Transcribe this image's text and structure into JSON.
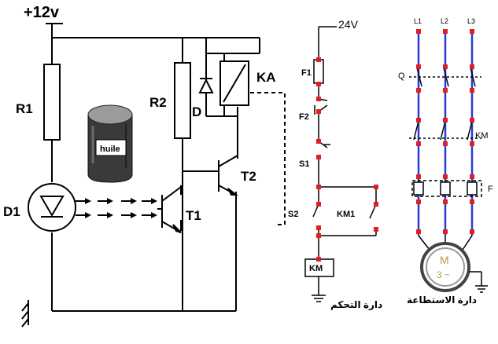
{
  "sensor_circuit": {
    "supply": "+12v",
    "resistor_r1": "R1",
    "resistor_r2": "R2",
    "led": "D1",
    "diode": "D",
    "relay": "KA",
    "transistor_t1": "T1",
    "transistor_t2": "T2",
    "container_label": "huile"
  },
  "control_circuit": {
    "supply": "24V",
    "fuse": "F1",
    "f2": "F2",
    "s1": "S1",
    "s2": "S2",
    "km1": "KM1",
    "coil": "KM",
    "caption": "دارة التحكم"
  },
  "power_circuit": {
    "l1": "L1",
    "l2": "L2",
    "l3": "L3",
    "q": "Q",
    "km": "KM",
    "f": "F",
    "motor_m": "M",
    "motor_phase": "3 ~",
    "caption": "دارة الاستطاعة"
  },
  "colors": {
    "wire": "#000000",
    "power_line": "#2a3bd0",
    "contact_dot": "#e02020",
    "container": "#3a3a3a"
  }
}
